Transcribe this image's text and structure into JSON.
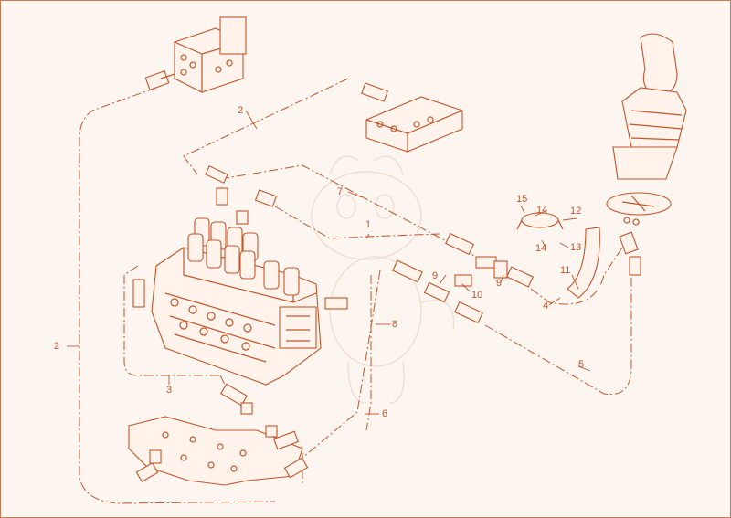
{
  "accent_color": "#c2552a",
  "background_color": "#fdf6f0",
  "callouts": {
    "c1": "1",
    "c2a": "2",
    "c2b": "2",
    "c3": "3",
    "c4": "4",
    "c5": "5",
    "c6": "6",
    "c7": "7",
    "c8": "8",
    "c9a": "9",
    "c9b": "9",
    "c10": "10",
    "c11": "11",
    "c12": "12",
    "c13": "13",
    "c14a": "14",
    "c14b": "14",
    "c15": "15"
  },
  "icons": [
    "control-valve-block",
    "joystick-icon",
    "manifold-block",
    "distributor-block",
    "hose-fitting",
    "clamp-icon",
    "mounting-bracket",
    "watermark-mascot"
  ]
}
